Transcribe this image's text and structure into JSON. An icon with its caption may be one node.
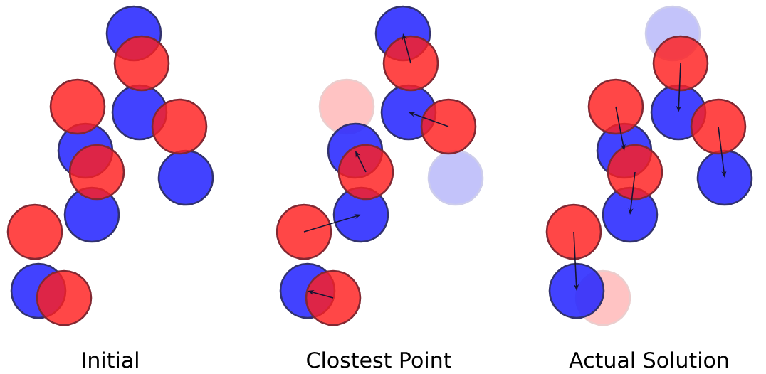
{
  "diagram": {
    "nodes": [
      {
        "text": [],
        "shape": "circle"
      },
      {
        "text": [],
        "shape": "circle"
      },
      {
        "text": [],
        "shape": "circle"
      },
      {
        "text": [],
        "shape": "circle"
      },
      {
        "text": [],
        "shape": "circle"
      },
      {
        "text": [],
        "shape": "circle"
      },
      {
        "text": [],
        "shape": "circle"
      },
      {
        "text": [],
        "shape": "circle"
      },
      {
        "text": [],
        "shape": "circle"
      },
      {
        "text": [],
        "shape": "circle"
      },
      {
        "text": [],
        "shape": "circle"
      },
      {
        "text": [],
        "shape": "circle"
      },
      {
        "text": [],
        "shape": "circle"
      },
      {
        "text": [],
        "shape": "circle"
      },
      {
        "text": [],
        "shape": "circle"
      },
      {
        "text": [],
        "shape": "circle"
      },
      {
        "text": [],
        "shape": "circle"
      },
      {
        "text": [],
        "shape": "circle"
      },
      {
        "text": [],
        "shape": "circle"
      },
      {
        "text": [],
        "shape": "circle"
      },
      {
        "text": [],
        "shape": "circle"
      },
      {
        "text": [],
        "shape": "circle"
      },
      {
        "text": [],
        "shape": "circle"
      },
      {
        "text": [],
        "shape": "circle"
      },
      {
        "text": [],
        "shape": "circle"
      },
      {
        "text": [],
        "shape": "circle"
      },
      {
        "text": [],
        "shape": "circle"
      },
      {
        "text": [],
        "shape": "circle"
      },
      {
        "text": [],
        "shape": "circle"
      },
      {
        "text": [],
        "shape": "circle"
      },
      {
        "text": [],
        "shape": "circle"
      },
      {
        "text": [],
        "shape": "circle"
      },
      {
        "text": [],
        "shape": "circle"
      },
      {
        "text": [],
        "shape": "circle"
      },
      {
        "text": [],
        "shape": "circle"
      },
      {
        "text": [],
        "shape": "circle"
      }
    ],
    "edges": [
      {
        "from": 19,
        "to": 14,
        "arrow": "to"
      },
      {
        "from": 20,
        "to": 15,
        "arrow": "to"
      },
      {
        "from": 21,
        "to": 16,
        "arrow": "to"
      },
      {
        "from": 22,
        "to": 17,
        "arrow": "to"
      },
      {
        "from": 23,
        "to": 18,
        "arrow": "to"
      },
      {
        "from": 31,
        "to": 26,
        "arrow": "to"
      },
      {
        "from": 32,
        "to": 27,
        "arrow": "to"
      },
      {
        "from": 33,
        "to": 28,
        "arrow": "to"
      },
      {
        "from": 34,
        "to": 29,
        "arrow": "to"
      },
      {
        "from": 35,
        "to": 30,
        "arrow": "to"
      }
    ],
    "labels": [
      "Initial",
      "Clostest Point",
      "Actual Solution"
    ]
  }
}
